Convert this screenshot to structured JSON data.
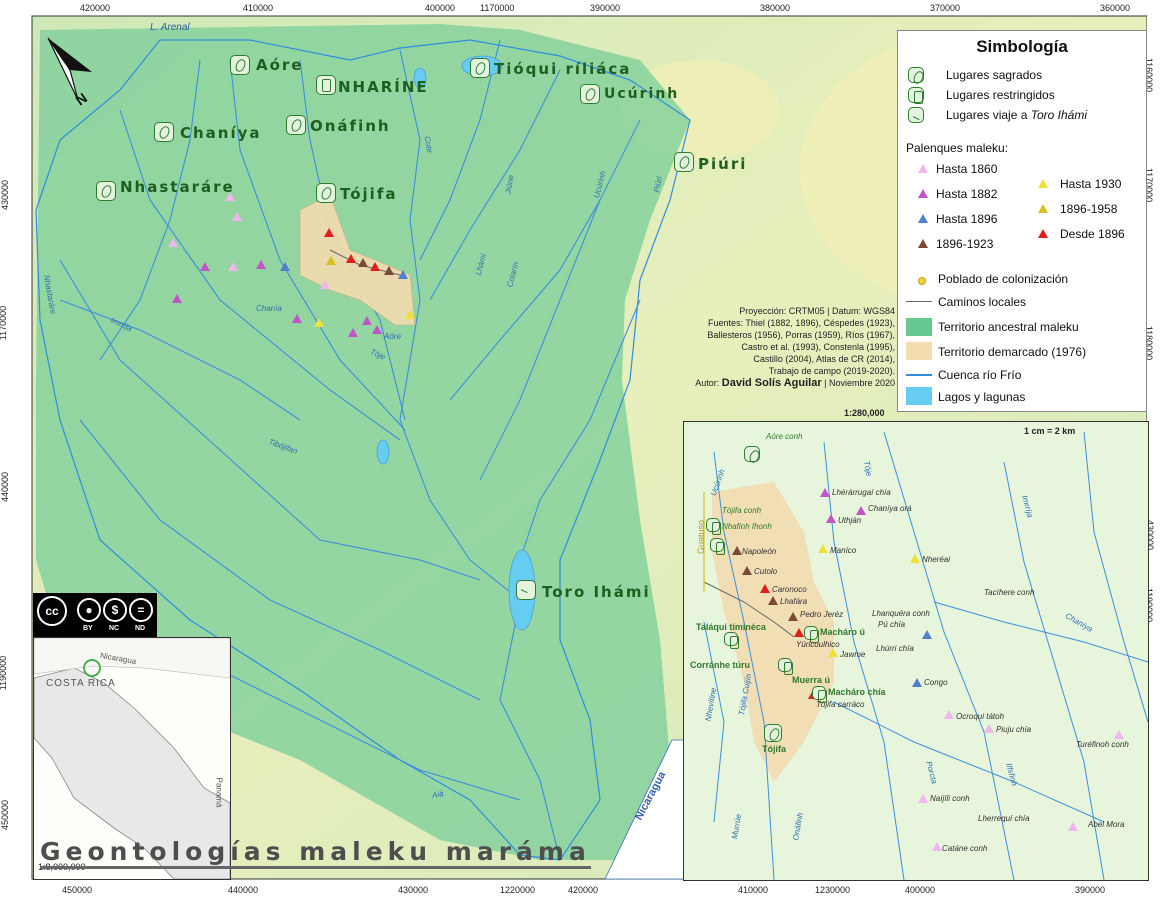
{
  "map": {
    "title": "Geontologías maleku maráma",
    "top_ticks": [
      "420000",
      "410000",
      "400000",
      "1170000",
      "390000",
      "380000",
      "370000",
      "360000"
    ],
    "bottom_ticks": [
      "450000",
      "440000",
      "430000",
      "1220000",
      "420000",
      "410000",
      "1230000",
      "400000",
      "390000"
    ],
    "left_ticks": [
      "430000",
      "1170000",
      "440000",
      "1190000",
      "450000"
    ],
    "right_ticks": [
      "1160000",
      "1170000",
      "430000",
      "1180000",
      "1190000"
    ],
    "colors": {
      "territorio_ancestral": "#7fcf9b",
      "territorio_demarcado": "#f3dcb0",
      "cuenca_rio_frio": "#2f8de0",
      "lagos": "#66ccf2",
      "relieve": "#e9efb9",
      "palenque_1860": "#f0b6ee",
      "palenque_1882": "#c353c9",
      "palenque_1896": "#4e7fd0",
      "palenque_1896_1923": "#7a4a36",
      "palenque_1930": "#f2e03a",
      "palenque_1896_1958": "#d6c21e",
      "palenque_desde_1896": "#e01c1c",
      "poblado": "#f4d23c"
    },
    "places": [
      "Aóre",
      "NHARÍNE",
      "Tióqui ríliáca",
      "Ucúrinh",
      "Chaníya",
      "Onáfinh",
      "Piúri",
      "Nhastaráre",
      "Tójifa",
      "Toro Ihámi"
    ],
    "rivers": [
      "L. Arenal",
      "Cote",
      "Jiúne",
      "Ucúrinh",
      "Piúri",
      "Lhámi",
      "Colarín",
      "Imrríja",
      "Nhastaráre",
      "Tóje",
      "Chanía",
      "Aóre",
      "Tibójifan",
      "Aiá",
      "Nicaragua"
    ],
    "scale": "1:280,000"
  },
  "legend": {
    "title": "Simbología",
    "sacred": "Lugares sagrados",
    "restricted": "Lugares restringidos",
    "journey": "Lugares viaje a ",
    "journey_place": "Toro Ihámi",
    "palenques_header": "Palenques maleku:",
    "hasta_1860": "Hasta 1860",
    "hasta_1882": "Hasta 1882",
    "hasta_1896": "Hasta 1896",
    "p_1896_1923": "1896-1923",
    "hasta_1930": "Hasta 1930",
    "p_1896_1958": "1896-1958",
    "desde_1896": "Desde 1896",
    "poblado": "Poblado de colonización",
    "caminos": "Caminos locales",
    "territorio_ancestral": "Territorio ancestral maleku",
    "territorio_demarcado": "Territorio demarcado (1976)",
    "cuenca": "Cuenca río Frío",
    "lagos": "Lagos y lagunas"
  },
  "credits": {
    "projection": "Proyección: CRTM05 | Datum: WGS84",
    "sources_1": "Fuentes: Thiel (1882, 1896), Céspedes (1923),",
    "sources_2": "Ballesteros (1956), Porras (1959), Ríos (1967),",
    "sources_3": "Castro et al. (1993), Constenla (1995),",
    "sources_4": "Castillo (2004), Atlas de CR (2014),",
    "sources_5": "Trabajo de campo (2019-2020).",
    "author_prefix": "Autor: ",
    "author_name": "David Solís Aguilar",
    "author_suffix": " | Noviembre 2020"
  },
  "inset": {
    "scale": "1 cm = 2 km",
    "guatuso": "Guatuso",
    "labels": [
      "Aóre conh",
      "Lhérárrugaí chía",
      "Chaníya orá",
      "Uthján",
      "Tójifa conh",
      "Nhafinh Ihonh",
      "Napoleón",
      "Maníco",
      "Nheréai",
      "Cutolo",
      "Caronoco",
      "Lhafára",
      "Tacíhere conh",
      "Pedro Jeréz",
      "Lhanquéra conh",
      "Pú chía",
      "Yúricoulhico",
      "Lhúrri chía",
      "Jawme",
      "Congo",
      "Tójifa carráco",
      "Ocroqui tátoh",
      "Piuju chía",
      "Turéfinoh conh",
      "Naíjíli conh",
      "Lherrequí chía",
      "Abel Mora",
      "Catáne conh",
      "Tóje",
      "Chaníya",
      "Imrríja",
      "Ucúrinh",
      "Porcta",
      "Nhevítine",
      "Tójifa Cuijín",
      "Onáfinh",
      "Ilfsfinh",
      "Murrúe"
    ],
    "sites": [
      "Taláqui tíminéca",
      "Macháro ú",
      "Corránhe túru",
      "Muerra ú",
      "Macháro chía",
      "Tójifa"
    ]
  },
  "locator": {
    "scale": "1:8,000,000",
    "country": "COSTA RICA",
    "nicaragua": "Nicaragua",
    "panama": "Panamá"
  },
  "license": {
    "cc": "cc",
    "by": "BY",
    "nc": "NC",
    "nd": "ND"
  }
}
